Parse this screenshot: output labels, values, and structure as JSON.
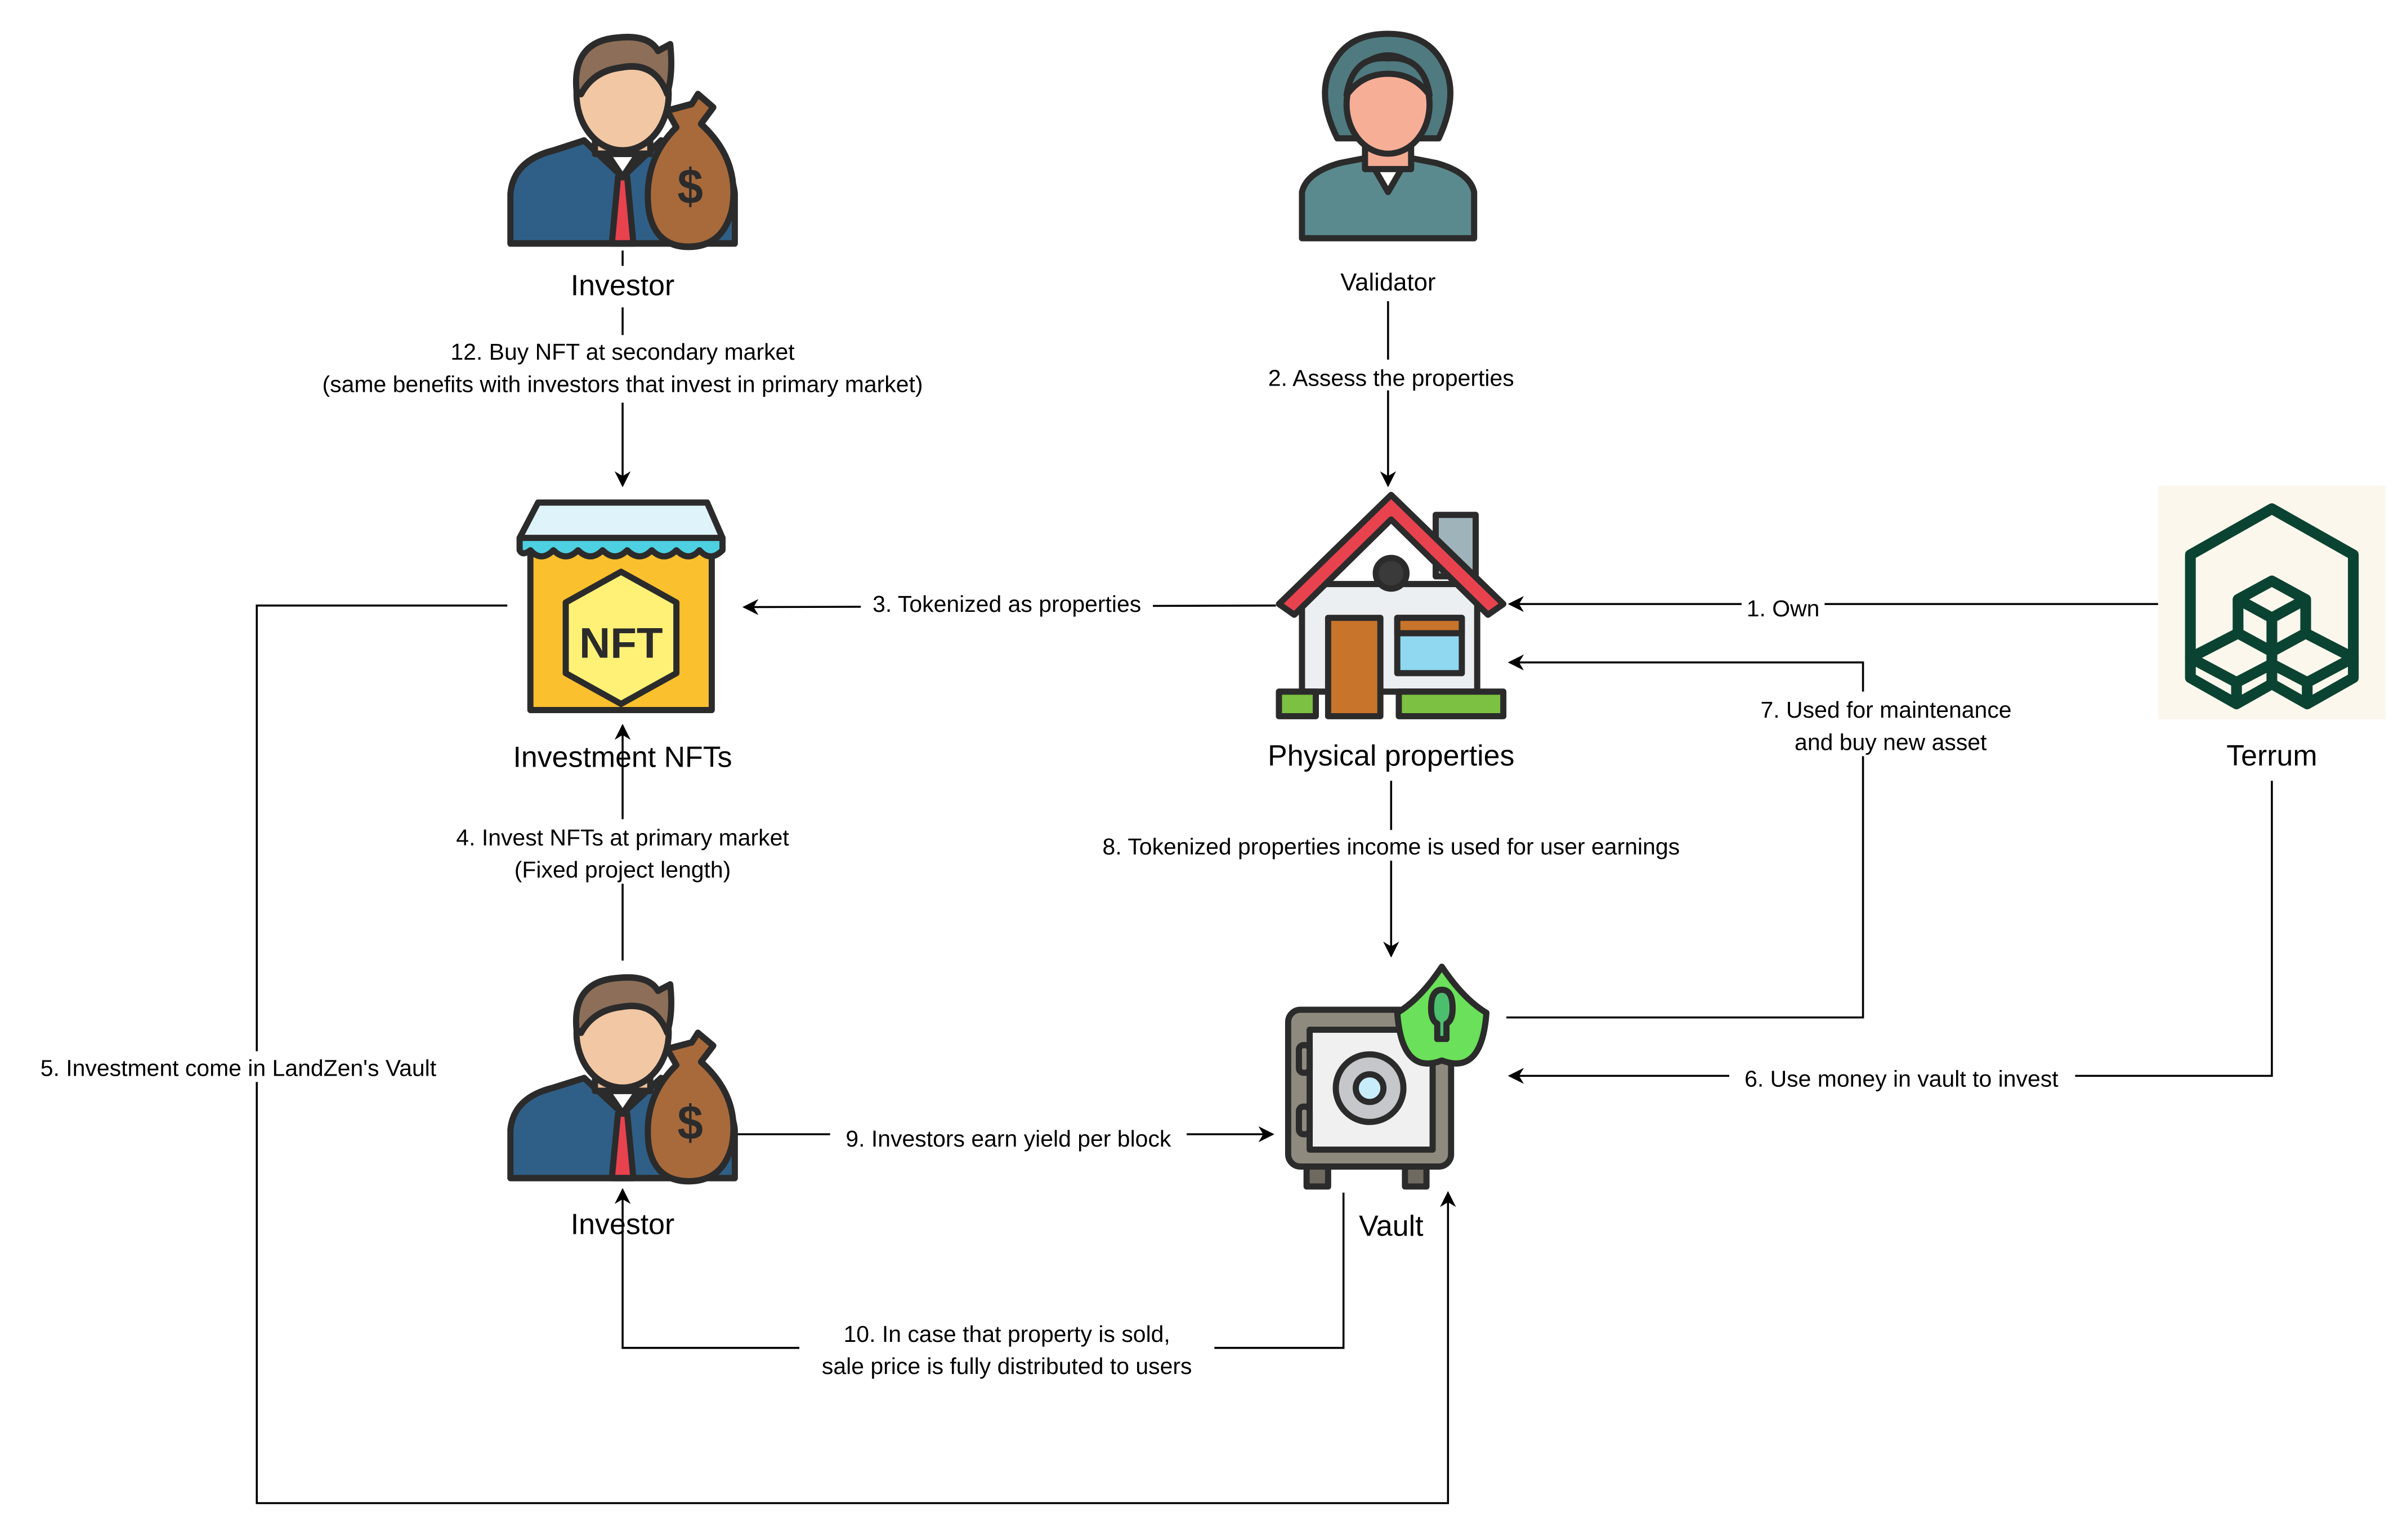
{
  "nodes": {
    "investor_top": "Investor",
    "validator": "Validator",
    "investment_nfts": "Investment NFTs",
    "physical_properties": "Physical properties",
    "terrum": "Terrum",
    "investor_bottom": "Investor",
    "vault": "Vault"
  },
  "nft_sign": "NFT",
  "edges": {
    "e1": "1. Own",
    "e2": "2. Assess the properties",
    "e3": "3. Tokenized as properties",
    "e4_line1": "4. Invest NFTs at primary market",
    "e4_line2": "(Fixed project length)",
    "e5": "5. Investment come in LandZen's Vault",
    "e6": "6. Use money in vault to invest",
    "e7_line1": "7. Used for maintenance",
    "e7_line2": "and buy new asset",
    "e8": "8. Tokenized properties income is used for user earnings",
    "e9": "9. Investors earn yield per block",
    "e10_line1": "10. In case that property is sold,",
    "e10_line2": "sale price is fully distributed to users",
    "e12_line1": "12. Buy NFT at secondary market",
    "e12_line2": "(same benefits with investors that invest in primary market)"
  },
  "colors": {
    "terrum_green": "#0b4332",
    "terrum_bg": "#fcf7ec",
    "shield_green": "#6be05a",
    "roof_red": "#e8424f",
    "nft_yellow": "#fbc02d"
  }
}
